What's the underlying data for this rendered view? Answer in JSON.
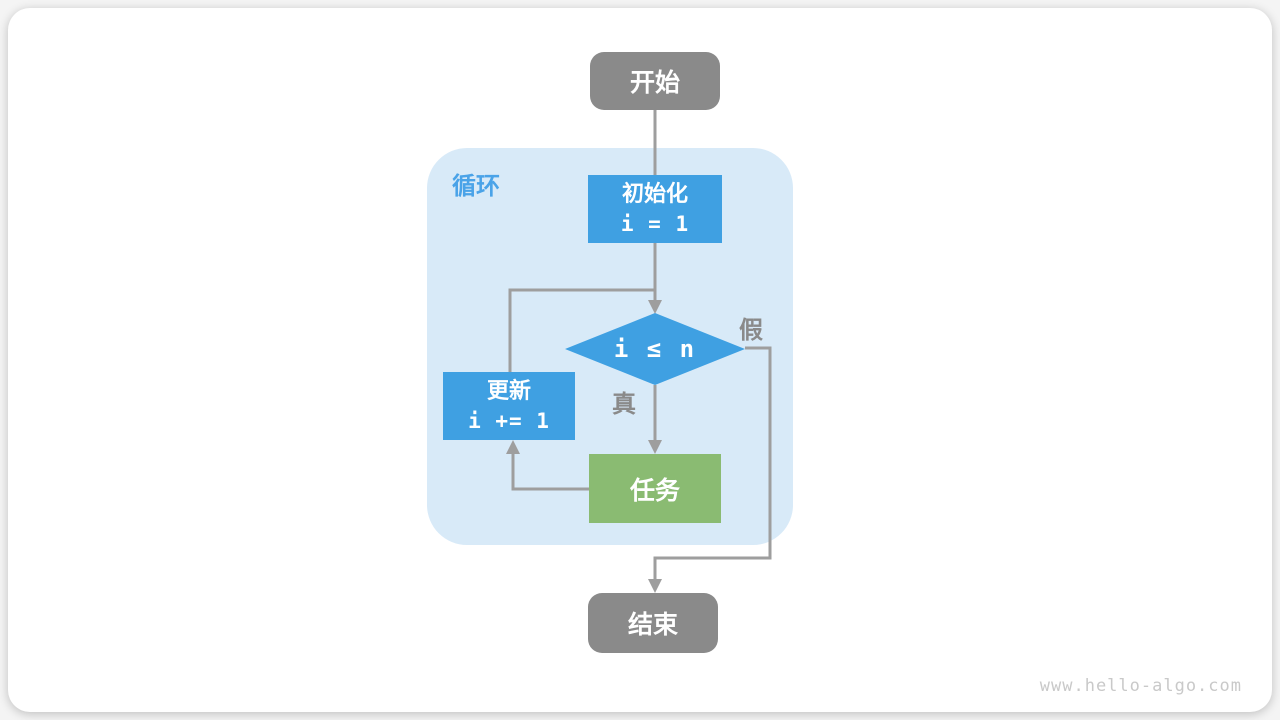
{
  "page": {
    "watermark": "www.hello-algo.com"
  },
  "colors": {
    "node_blue": "#3fa0e2",
    "node_green": "#8abb72",
    "node_gray": "#8a8a8a",
    "loop_background": "#d8eaf8",
    "loop_label_blue": "#4aa3e8",
    "connector_gray": "#9e9e9e",
    "edge_label_gray": "#8a8a8a"
  },
  "flowchart": {
    "loop_label": "循环",
    "nodes": {
      "start": {
        "label": "开始"
      },
      "init": {
        "label": "初始化",
        "code": "i = 1"
      },
      "condition": {
        "label": "i ≤ n"
      },
      "update": {
        "label": "更新",
        "code": "i += 1"
      },
      "task": {
        "label": "任务"
      },
      "end": {
        "label": "结束"
      }
    },
    "edges": {
      "true_label": "真",
      "false_label": "假"
    }
  }
}
